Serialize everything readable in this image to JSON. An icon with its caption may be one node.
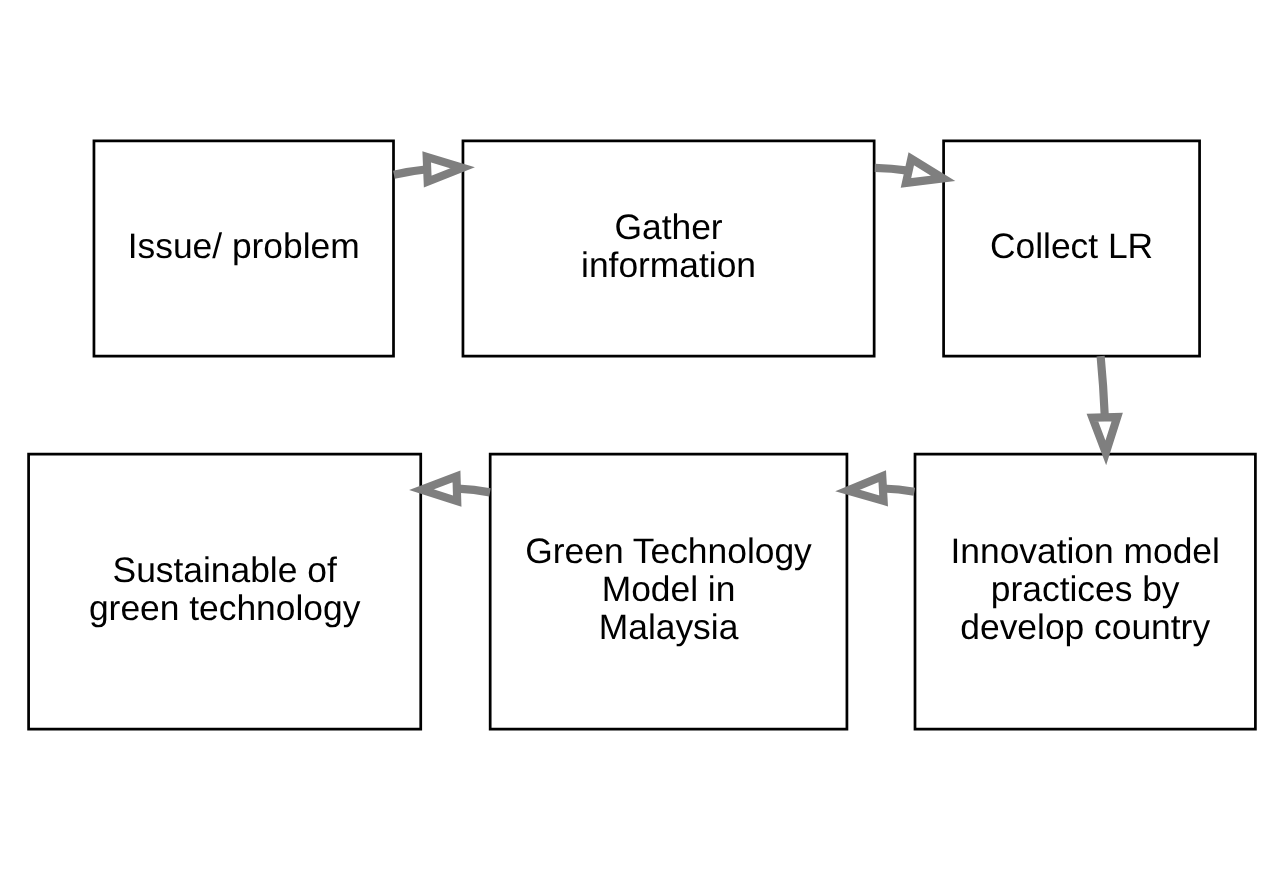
{
  "diagram": {
    "nodes": [
      {
        "text": [
          "Issue/ problem"
        ]
      },
      {
        "text": [
          "Gather information"
        ]
      },
      {
        "text": [
          "Collect LR"
        ]
      },
      {
        "text": [
          "Sustainable of green technology"
        ]
      },
      {
        "text": [
          "Green Technology Model in Malaysia"
        ]
      },
      {
        "text": [
          "Innovation model practices by develop country"
        ]
      }
    ],
    "edges": [
      {
        "from": 0,
        "to": 1,
        "arrow": "to"
      },
      {
        "from": 1,
        "to": 2,
        "arrow": "to"
      },
      {
        "from": 2,
        "to": 5,
        "arrow": "to"
      },
      {
        "from": 5,
        "to": 4,
        "arrow": "to"
      },
      {
        "from": 4,
        "to": 3,
        "arrow": "to"
      }
    ]
  }
}
